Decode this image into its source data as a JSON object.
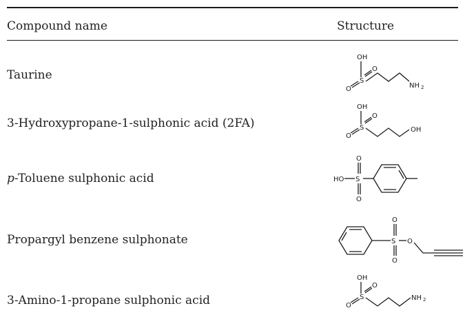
{
  "table": {
    "headers": {
      "name": "Compound name",
      "structure": "Structure"
    },
    "rows": [
      {
        "name": "Taurine",
        "structure_icon": "taurine-structure",
        "atoms": {
          "oh": "OH",
          "s": "S",
          "o1": "O",
          "o2": "O",
          "nh2": "NH",
          "nh2_sub": "2"
        }
      },
      {
        "name": "3-Hydroxypropane-1-sulphonic acid (2FA)",
        "structure_icon": "hydroxypropane-sulphonic-acid-structure",
        "atoms": {
          "oh": "OH",
          "s": "S",
          "o1": "O",
          "o2": "O",
          "oh_end": "OH"
        }
      },
      {
        "name_prefix": "p",
        "name_rest": "-Toluene sulphonic acid",
        "structure_icon": "toluene-sulphonic-acid-structure",
        "atoms": {
          "ho": "HO",
          "s": "S",
          "o1": "O",
          "o2": "O"
        }
      },
      {
        "name": "Propargyl benzene sulphonate",
        "structure_icon": "propargyl-benzene-sulphonate-structure",
        "atoms": {
          "s": "S",
          "o1": "O",
          "o2": "O",
          "o3": "O"
        }
      },
      {
        "name": "3-Amino-1-propane sulphonic acid",
        "structure_icon": "amino-propane-sulphonic-acid-structure",
        "atoms": {
          "oh": "OH",
          "s": "S",
          "o1": "O",
          "o2": "O",
          "nh2": "NH",
          "nh2_sub": "2"
        }
      }
    ]
  }
}
